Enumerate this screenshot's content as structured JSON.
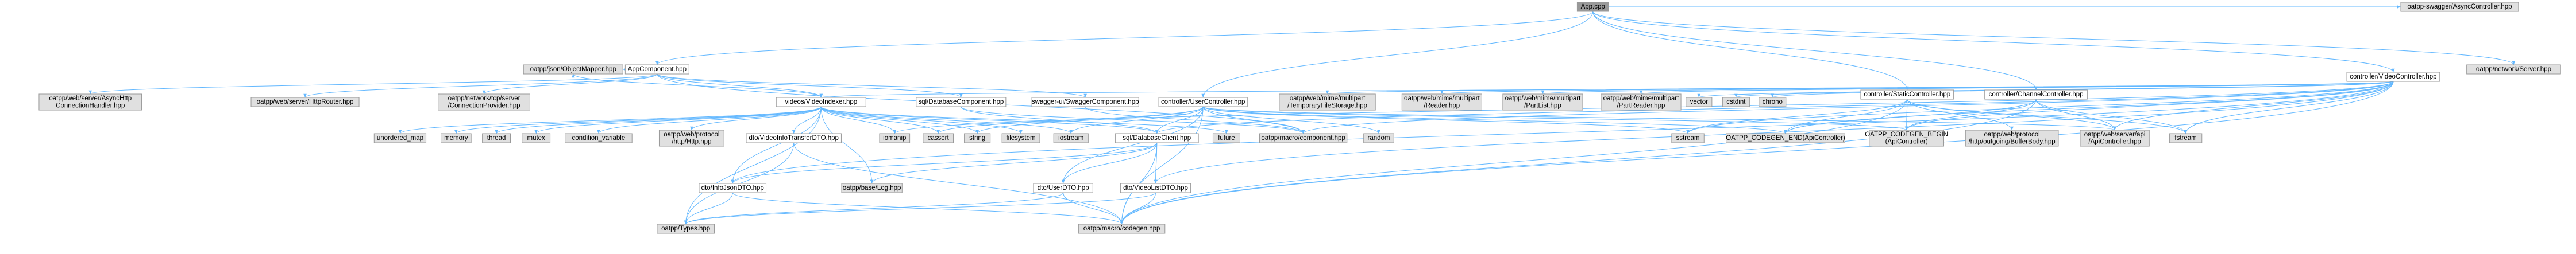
{
  "colors": {
    "root_fill": "#999999",
    "documented_fill": "#ffffff",
    "external_fill": "#e0e0e0",
    "border": "#999999",
    "error_border": "#ff0000",
    "edge": "#63b8ff"
  },
  "nodes": [
    {
      "id": "app_cpp",
      "lines": [
        "App.cpp"
      ],
      "style": "root"
    },
    {
      "id": "appcomponent_hpp",
      "lines": [
        "AppComponent.hpp"
      ],
      "style": "documented"
    },
    {
      "id": "videocontroller_hpp",
      "lines": [
        "controller/VideoController.hpp"
      ],
      "style": "documented"
    },
    {
      "id": "swagger_async_ctrl",
      "lines": [
        "oatpp-swagger/AsyncController.hpp"
      ],
      "style": "external"
    },
    {
      "id": "server_hpp",
      "lines": [
        "oatpp/network/Server.hpp"
      ],
      "style": "external"
    },
    {
      "id": "async_conn_handler",
      "lines": [
        "oatpp/web/server/AsyncHttp",
        "ConnectionHandler.hpp"
      ],
      "style": "external"
    },
    {
      "id": "http_router",
      "lines": [
        "oatpp/web/server/HttpRouter.hpp"
      ],
      "style": "external"
    },
    {
      "id": "tcp_conn_provider",
      "lines": [
        "oatpp/network/tcp/server",
        "/ConnectionProvider.hpp"
      ],
      "style": "external"
    },
    {
      "id": "object_mapper",
      "lines": [
        "oatpp/json/ObjectMapper.hpp"
      ],
      "style": "external"
    },
    {
      "id": "videoindexer_hpp",
      "lines": [
        "videos/VideoIndexer.hpp"
      ],
      "style": "error"
    },
    {
      "id": "sql_db_component",
      "lines": [
        "sql/DatabaseComponent.hpp"
      ],
      "style": "error"
    },
    {
      "id": "swagger_component",
      "lines": [
        "swagger-ui/SwaggerComponent.hpp"
      ],
      "style": "error"
    },
    {
      "id": "usercontroller_hpp",
      "lines": [
        "controller/UserController.hpp"
      ],
      "style": "documented"
    },
    {
      "id": "temp_file_storage",
      "lines": [
        "oatpp/web/mime/multipart",
        "/TemporaryFileStorage.hpp"
      ],
      "style": "external"
    },
    {
      "id": "multipart_reader",
      "lines": [
        "oatpp/web/mime/multipart",
        "/Reader.hpp"
      ],
      "style": "external"
    },
    {
      "id": "multipart_partlist",
      "lines": [
        "oatpp/web/mime/multipart",
        "/PartList.hpp"
      ],
      "style": "external"
    },
    {
      "id": "multipart_partreader",
      "lines": [
        "oatpp/web/mime/multipart",
        "/PartReader.hpp"
      ],
      "style": "external"
    },
    {
      "id": "vector",
      "lines": [
        "vector"
      ],
      "style": "external"
    },
    {
      "id": "cstdint",
      "lines": [
        "cstdint"
      ],
      "style": "external"
    },
    {
      "id": "chrono",
      "lines": [
        "chrono"
      ],
      "style": "external"
    },
    {
      "id": "staticcontroller_hpp",
      "lines": [
        "controller/StaticController.hpp"
      ],
      "style": "documented"
    },
    {
      "id": "channelcontroller_hpp",
      "lines": [
        "controller/ChannelController.hpp"
      ],
      "style": "documented"
    },
    {
      "id": "unordered_map",
      "lines": [
        "unordered_map"
      ],
      "style": "external"
    },
    {
      "id": "memory",
      "lines": [
        "memory"
      ],
      "style": "external"
    },
    {
      "id": "thread",
      "lines": [
        "thread"
      ],
      "style": "external"
    },
    {
      "id": "mutex",
      "lines": [
        "mutex"
      ],
      "style": "external"
    },
    {
      "id": "condition_variable",
      "lines": [
        "condition_variable"
      ],
      "style": "external"
    },
    {
      "id": "protocol_http",
      "lines": [
        "oatpp/web/protocol",
        "/http/Http.hpp"
      ],
      "style": "external"
    },
    {
      "id": "videoinfotransfer_dto",
      "lines": [
        "dto/VideoInfoTransferDTO.hpp"
      ],
      "style": "error"
    },
    {
      "id": "iomanip",
      "lines": [
        "iomanip"
      ],
      "style": "external"
    },
    {
      "id": "cassert",
      "lines": [
        "cassert"
      ],
      "style": "external"
    },
    {
      "id": "string",
      "lines": [
        "string"
      ],
      "style": "external"
    },
    {
      "id": "filesystem",
      "lines": [
        "filesystem"
      ],
      "style": "external"
    },
    {
      "id": "iostream",
      "lines": [
        "iostream"
      ],
      "style": "external"
    },
    {
      "id": "sql_db_client",
      "lines": [
        "sql/DatabaseClient.hpp"
      ],
      "style": "error"
    },
    {
      "id": "future",
      "lines": [
        "future"
      ],
      "style": "external"
    },
    {
      "id": "macro_component",
      "lines": [
        "oatpp/macro/component.hpp"
      ],
      "style": "external"
    },
    {
      "id": "random",
      "lines": [
        "random"
      ],
      "style": "external"
    },
    {
      "id": "sstream",
      "lines": [
        "sstream"
      ],
      "style": "external"
    },
    {
      "id": "codegen_end",
      "lines": [
        "OATPP_CODEGEN_END(ApiController)"
      ],
      "style": "external"
    },
    {
      "id": "codegen_begin",
      "lines": [
        "OATPP_CODEGEN_BEGIN",
        "(ApiController)"
      ],
      "style": "external"
    },
    {
      "id": "buffer_body",
      "lines": [
        "oatpp/web/protocol",
        "/http/outgoing/BufferBody.hpp"
      ],
      "style": "external"
    },
    {
      "id": "api_controller",
      "lines": [
        "oatpp/web/server/api",
        "/ApiController.hpp"
      ],
      "style": "external"
    },
    {
      "id": "fstream",
      "lines": [
        "fstream"
      ],
      "style": "external"
    },
    {
      "id": "videoinfojson_dto",
      "lines": [
        "dto/InfoJsonDTO.hpp"
      ],
      "style": "error"
    },
    {
      "id": "base_log",
      "lines": [
        "oatpp/base/Log.hpp"
      ],
      "style": "external"
    },
    {
      "id": "user_dto",
      "lines": [
        "dto/UserDTO.hpp"
      ],
      "style": "error"
    },
    {
      "id": "videolist_dto",
      "lines": [
        "dto/VideoListDTO.hpp"
      ],
      "style": "error"
    },
    {
      "id": "types_hpp",
      "lines": [
        "oatpp/Types.hpp"
      ],
      "style": "external"
    },
    {
      "id": "macro_codegen",
      "lines": [
        "oatpp/macro/codegen.hpp"
      ],
      "style": "external"
    }
  ]
}
